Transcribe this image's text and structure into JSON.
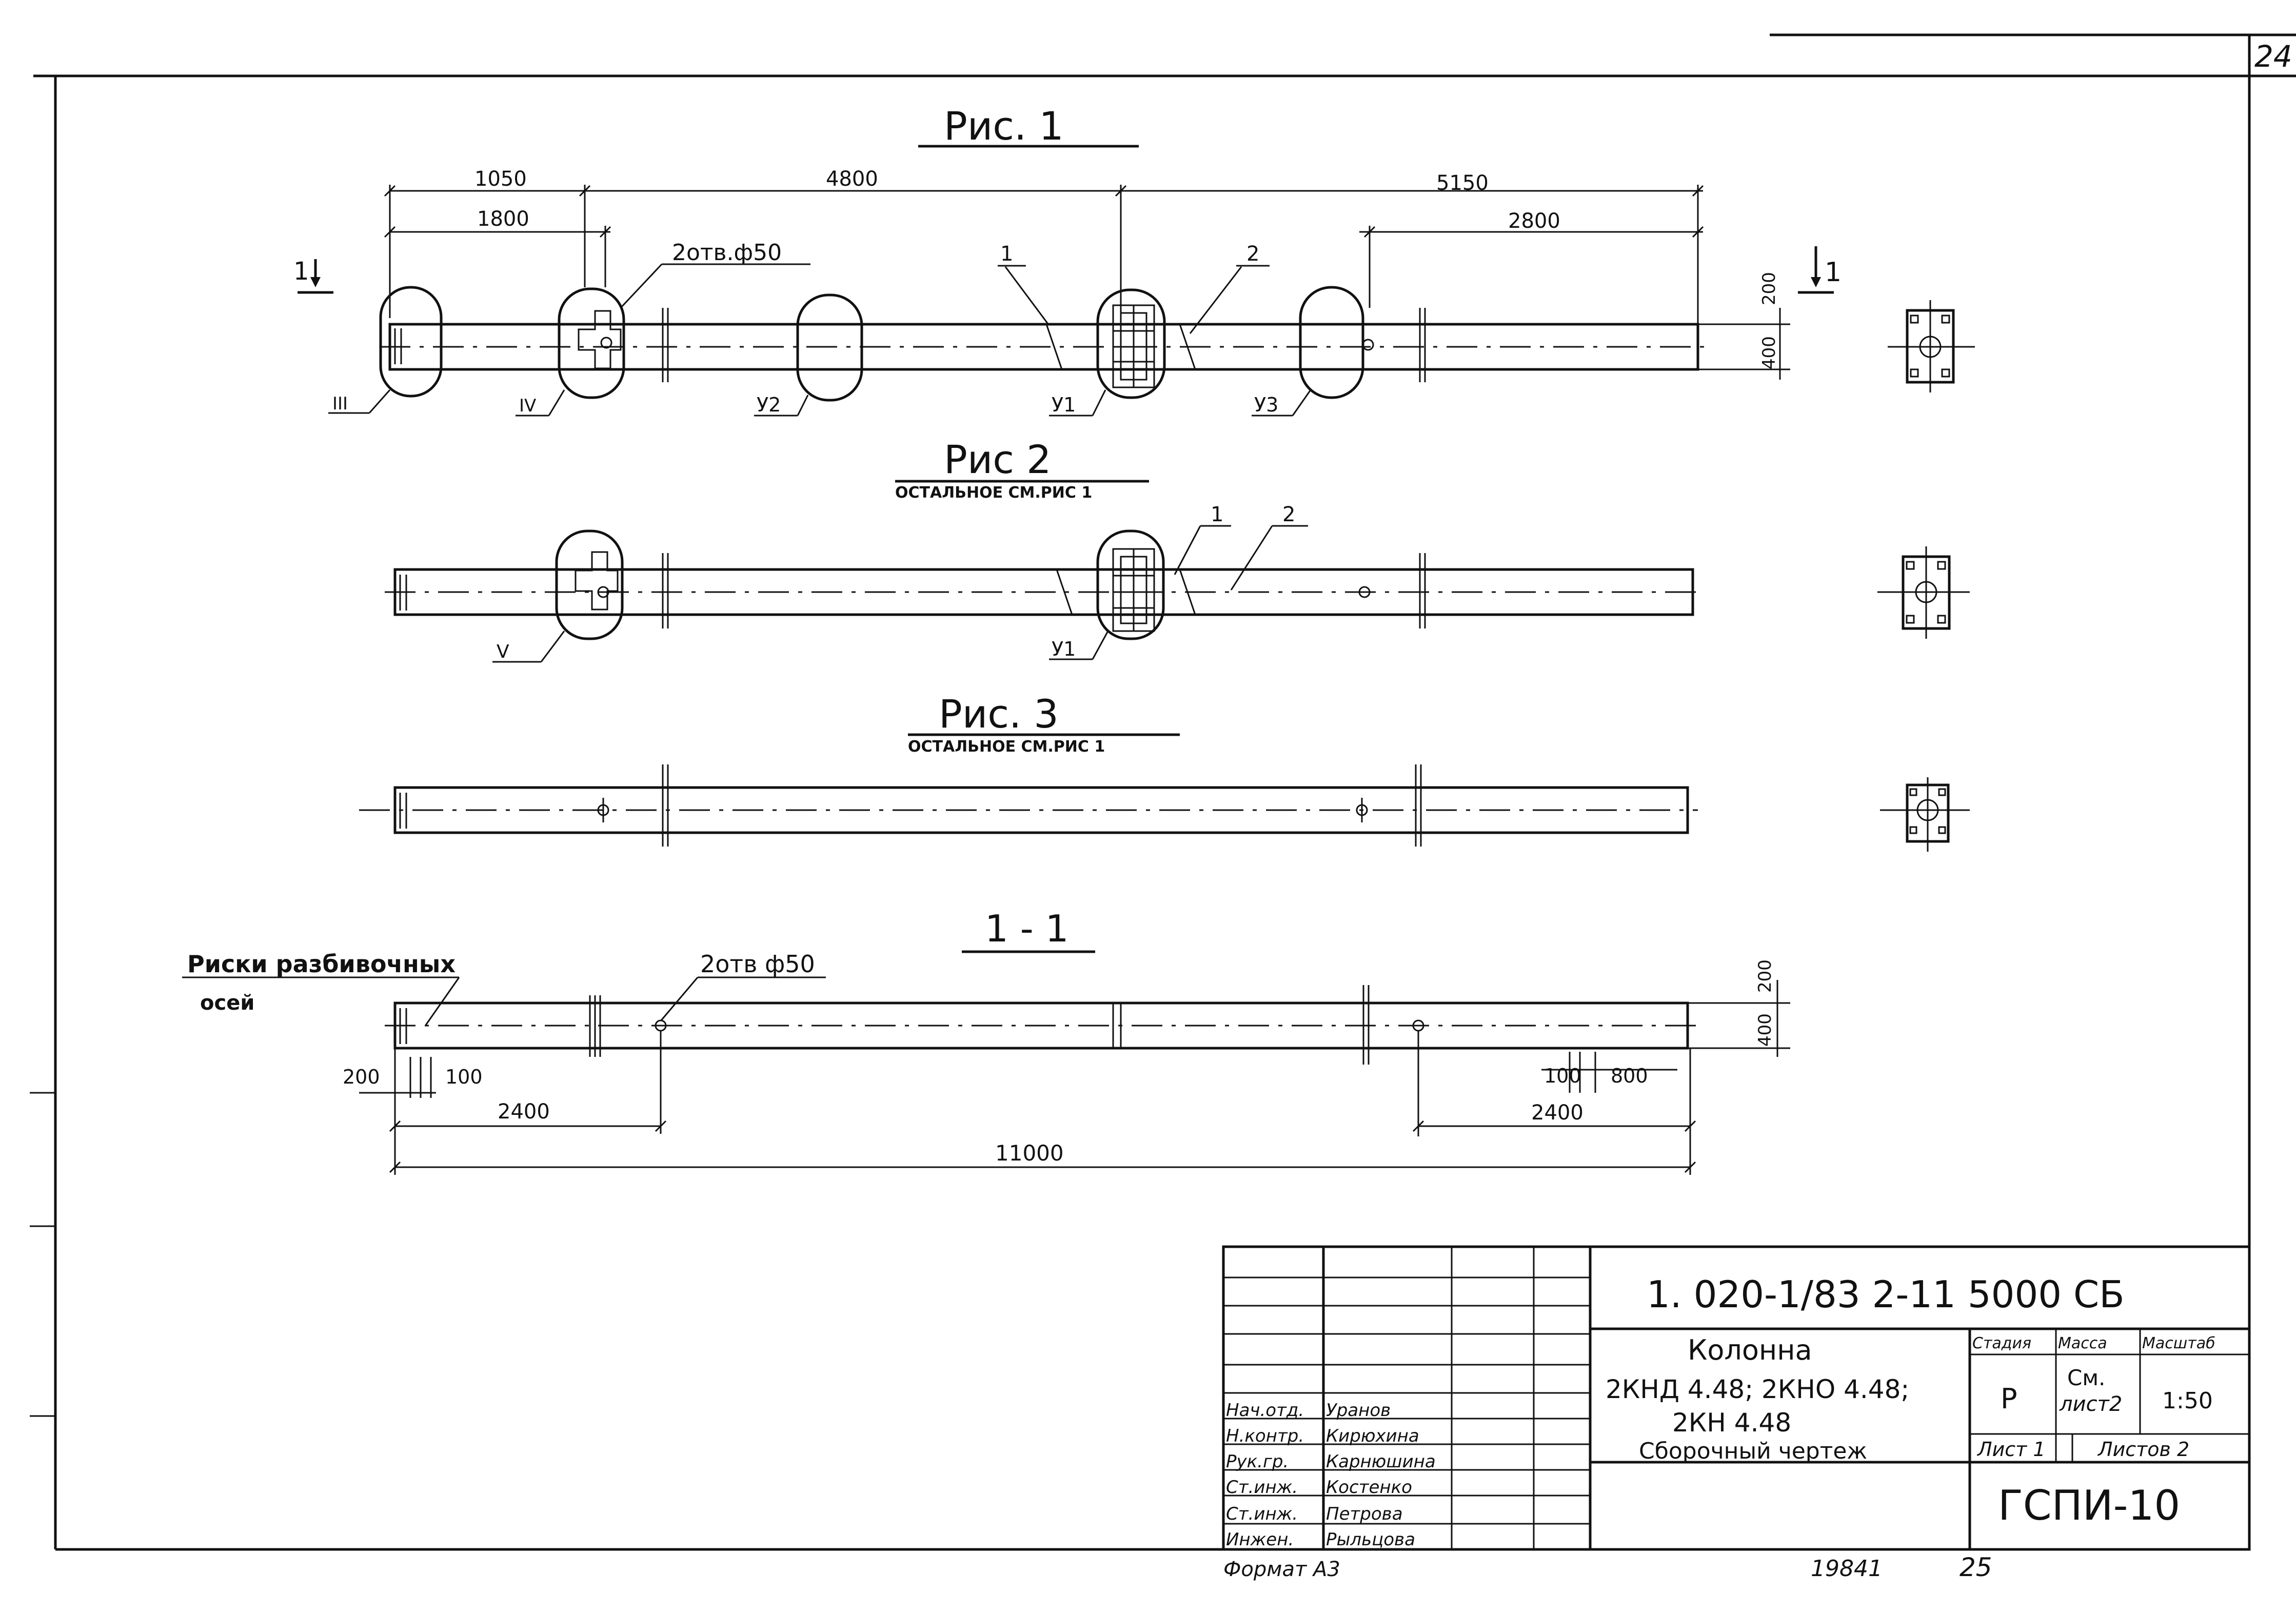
{
  "sheet": {
    "page_number": "24",
    "format": "Формат А3",
    "inventory_number": "19841",
    "next_page": "25"
  },
  "figures": {
    "fig1": {
      "title": "Рис. 1",
      "dims": {
        "d1050": "1050",
        "d4800": "4800",
        "d5150": "5150",
        "d1800": "1800",
        "d2800": "2800",
        "d200": "200",
        "d400": "400"
      },
      "holes_label": "2отв.ф50",
      "section_mark": "1",
      "callouts": {
        "c1": "1",
        "c2": "2",
        "III": "III",
        "IV": "IV",
        "U2": "У2",
        "U1": "У1",
        "U3": "У3"
      }
    },
    "fig2": {
      "title": "Рис 2",
      "subtitle": "ОСТАЛЬНОЕ СМ.РИС 1",
      "callouts": {
        "c1": "1",
        "c2": "2",
        "V": "V",
        "U1": "У1"
      }
    },
    "fig3": {
      "title": "Рис. 3",
      "subtitle": "ОСТАЛЬНОЕ СМ.РИС 1"
    },
    "section11": {
      "title": "1 - 1",
      "note_line1": "Риски разбивочных",
      "note_line2": "осей",
      "holes_label": "2отв ф50",
      "dims": {
        "d200a": "200",
        "d100a": "100",
        "d2400a": "2400",
        "d11000": "11000",
        "d100b": "100",
        "d800": "800",
        "d2400b": "2400",
        "d200b": "200",
        "d400": "400"
      }
    }
  },
  "title_block": {
    "doc_code": "1. 020-1/83 2-11 5000 СБ",
    "name_line1": "Колонна",
    "name_line2": "2КНД 4.48; 2КНО 4.48;",
    "name_line3": "2КН 4.48",
    "name_line4": "Сборочный чертеж",
    "stage_header": "Стадия",
    "mass_header": "Масса",
    "scale_header": "Масштаб",
    "stage": "Р",
    "mass_line1": "См.",
    "mass_line2": "лист2",
    "scale": "1:50",
    "sheet_label": "Лист 1",
    "sheets_label": "Листов 2",
    "organization": "ГСПИ-10",
    "signatures": [
      {
        "role": "Нач.отд.",
        "name": "Уранов"
      },
      {
        "role": "Н.контр.",
        "name": "Кирюхина"
      },
      {
        "role": "Рук.гр.",
        "name": "Карнюшина"
      },
      {
        "role": "Ст.инж.",
        "name": "Костенко"
      },
      {
        "role": "Ст.инж.",
        "name": "Петрова"
      },
      {
        "role": "Инжен.",
        "name": "Рыльцова"
      }
    ]
  }
}
